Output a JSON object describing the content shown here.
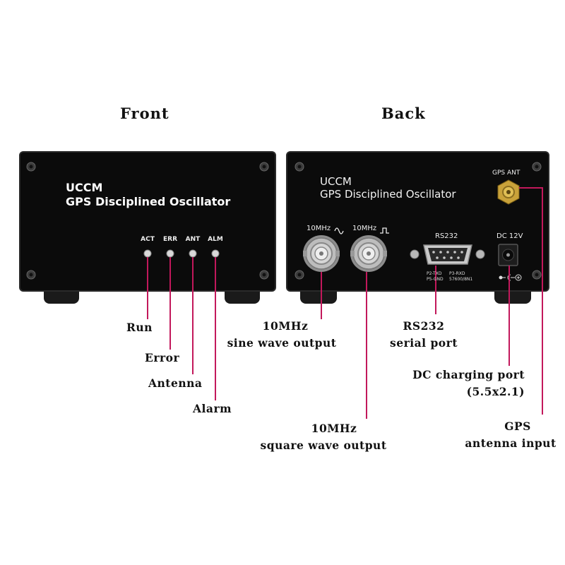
{
  "headings": {
    "front": "Front",
    "back": "Back"
  },
  "front_panel": {
    "brand": "UCCM",
    "subtitle": "GPS Disciplined Oscillator",
    "leds": [
      {
        "label": "ACT",
        "callout": "Run"
      },
      {
        "label": "ERR",
        "callout": "Error"
      },
      {
        "label": "ANT",
        "callout": "Antenna"
      },
      {
        "label": "ALM",
        "callout": "Alarm"
      }
    ]
  },
  "back_panel": {
    "brand": "UCCM",
    "subtitle": "GPS Disciplined Oscillator",
    "gps_ant_label": "GPS ANT",
    "bnc_sine_label": "10MHz",
    "bnc_square_label": "10MHz",
    "rs232_label": "RS232",
    "rs232_pins_left": [
      "P2-TXD",
      "P5-GND"
    ],
    "rs232_pins_right": [
      "P3-RXD",
      "57600/8N1"
    ],
    "dc_label": "DC 12V"
  },
  "callouts": {
    "sine": [
      "10MHz",
      "sine wave output"
    ],
    "square": [
      "10MHz",
      "square wave output"
    ],
    "rs232": [
      "RS232",
      "serial port"
    ],
    "dc": [
      "DC charging port",
      "(5.5x2.1)"
    ],
    "gps": [
      "GPS",
      "antenna input"
    ]
  },
  "colors": {
    "leader_line": "#c2185b",
    "panel": "#0b0b0b",
    "background": "#ffffff",
    "gold": "#c9a23a"
  }
}
